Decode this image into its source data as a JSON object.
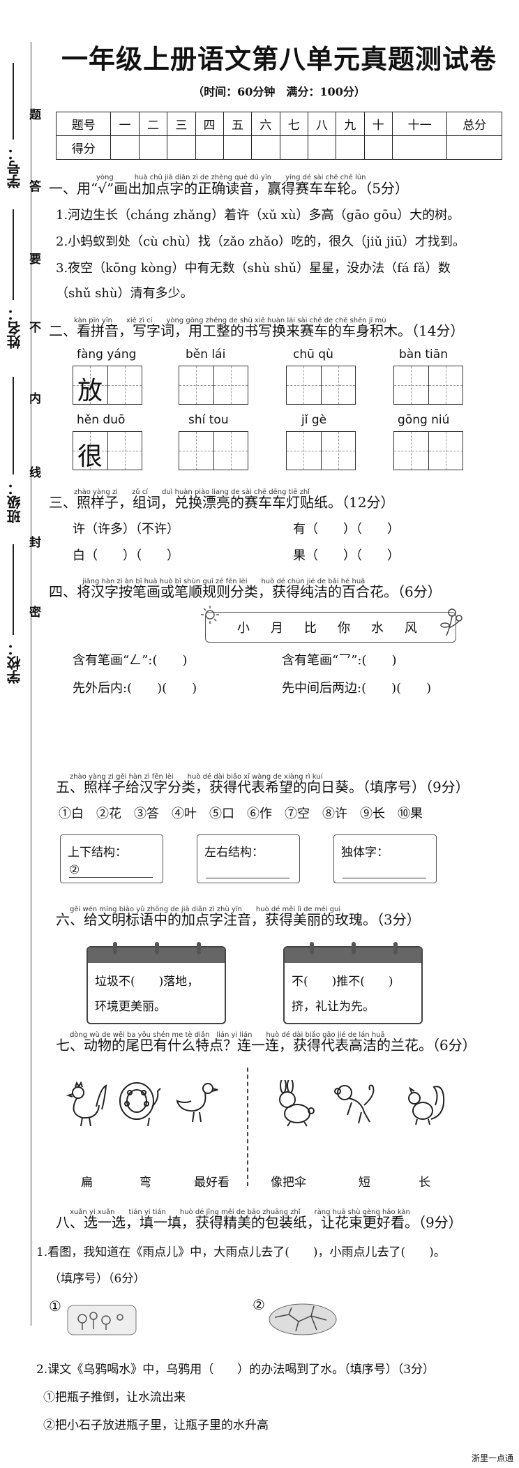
{
  "title": "一年级上册语文第八单元真题测试卷",
  "subtitle": "（时间：60分钟　满分：100分）",
  "score_table": {
    "headers": [
      "题号",
      "一",
      "二",
      "三",
      "四",
      "五",
      "六",
      "七",
      "八",
      "九",
      "十",
      "十一",
      "总分"
    ],
    "row_label": "得分"
  },
  "sidebar": {
    "labels": [
      "学号：",
      "姓名：",
      "班级：",
      "学校："
    ],
    "seal_chars": [
      "题",
      "答",
      "要",
      "不",
      "内",
      "线",
      "封",
      "密"
    ]
  },
  "q1": {
    "pinyin": "yòng　　　huà chū jiā diǎn zì de zhèng què dú yīn　　yíng dé sài chē chē lún",
    "text": "一、用“√”画出加点字的正确读音，赢得赛车车轮。（5分）",
    "lines": [
      "1.河边生长（cháng zhǎng）着许（xǔ xù）多高（gāo gōu）大的树。",
      "2.小蚂蚁到处（cù chù）找（zǎo zhǎo）吃的，很久（jiǔ jiū）才找到。",
      "3.夜空（kōng kòng）中有无数（shù shǔ）星星，没办法（fá fǎ）数",
      "（shǔ shù）清有多少。"
    ]
  },
  "q2": {
    "pinyin": "kàn pīn yīn　　xiě zì cí　　yòng gōng zhěng de shū xiě huàn lái sài chē de chē shēn jī mù",
    "text": "二、看拼音，写字词，用工整的书写换来赛车的车身积木。（14分）",
    "words": [
      {
        "py": "fàng yáng",
        "example": "放"
      },
      {
        "py": "běn lái",
        "example": ""
      },
      {
        "py": "chū qù",
        "example": ""
      },
      {
        "py": "bàn tiān",
        "example": ""
      },
      {
        "py": "hěn duō",
        "example": "很"
      },
      {
        "py": "shí tou",
        "example": ""
      },
      {
        "py": "jǐ gè",
        "example": ""
      },
      {
        "py": "gōng niú",
        "example": ""
      }
    ]
  },
  "q3": {
    "pinyin": "zhào yàng zi　　zǔ cí　　duì huàn piào liang de sài chē dēng tiē zhǐ",
    "text": "三、照样子，组词，兑换漂亮的赛车车灯贴纸。（12分）",
    "rows": [
      [
        "许（许多）（不许）",
        "有（　　）（　　）"
      ],
      [
        "白（　　）（　　）",
        "果（　　）（　　）"
      ]
    ]
  },
  "q4": {
    "pinyin": "jiāng hàn zì àn bǐ huà huò bǐ shùn guī zé fēn lèi　　huò dé chún jié de bǎi hé huā",
    "text": "四、将汉字按笔画或笔顺规则分类，获得纯洁的百合花。（6分）",
    "chars": [
      "小",
      "月",
      "比",
      "你",
      "水",
      "风"
    ],
    "lines": [
      [
        "含有笔画“𠃋”:(　　)",
        "含有笔画“乛”:(　　)"
      ],
      [
        "先外后内:(　　)(　　)",
        "先中间后两边:(　　)(　　)"
      ]
    ]
  },
  "q5": {
    "pinyin": "zhào yàng zi gěi hàn zì fēn lèi　　huò dé dài biǎo xī wàng de xiàng rì kuí",
    "text": "五、照样子给汉字分类，获得代表希望的向日葵。（填序号）（9分）",
    "items": "①白　②花　③答　④叶　⑤口　⑥作　⑦空　⑧许　⑨长　⑩果",
    "boxes": [
      {
        "label": "上下结构：",
        "example": "②"
      },
      {
        "label": "左右结构：",
        "example": ""
      },
      {
        "label": "独体字：",
        "example": ""
      }
    ]
  },
  "q6": {
    "pinyin": "gěi wén míng biāo yǔ zhōng de jiā diǎn zì zhù yīn　　huò dé měi lì de méi gui",
    "text": "六、给文明标语中的加点字注音，获得美丽的玫瑰。（3分）",
    "signs": [
      [
        "垃圾不(　　)落地，",
        "环境更美丽。"
      ],
      [
        "不(　　)推不(　　)",
        "挤，礼让为先。"
      ]
    ]
  },
  "q7": {
    "pinyin": "dòng wù de wěi ba yǒu shén me tè diǎn　lián yi lián　　huò dé dài biǎo gāo jié de lán huā",
    "text": "七、动物的尾巴有什么特点？连一连，获得代表高洁的兰花。（6分）",
    "animals": [
      "rooster-icon",
      "peacock-icon",
      "duck-icon",
      "rabbit-icon",
      "monkey-icon",
      "squirrel-icon"
    ],
    "words": [
      "扁",
      "弯",
      "最好看",
      "像把伞",
      "短",
      "长"
    ]
  },
  "q8": {
    "pinyin": "xuǎn yi xuǎn　　tián yi tián　　huò dé jīng měi de bāo zhuāng zhǐ　　ràng huā shù gèng hǎo kàn",
    "text": "八、选一选，填一填，获得精美的包装纸，让花束更好看。（9分）",
    "p1": "1.看图，我知道在《雨点儿》中，大雨点儿去了(　　)，小雨点儿去了(　　)。",
    "p1b": "（填序号）（6分）",
    "pics": [
      "①",
      "②"
    ],
    "p2": "2.课文《乌鸦喝水》中，乌鸦用（　　）的办法喝到了水。（填序号）（3分）",
    "opt1": "①把瓶子推倒，让水流出来",
    "opt2": "②把小石子放进瓶子里，让瓶子里的水升高"
  },
  "footer": "浙里一点通"
}
